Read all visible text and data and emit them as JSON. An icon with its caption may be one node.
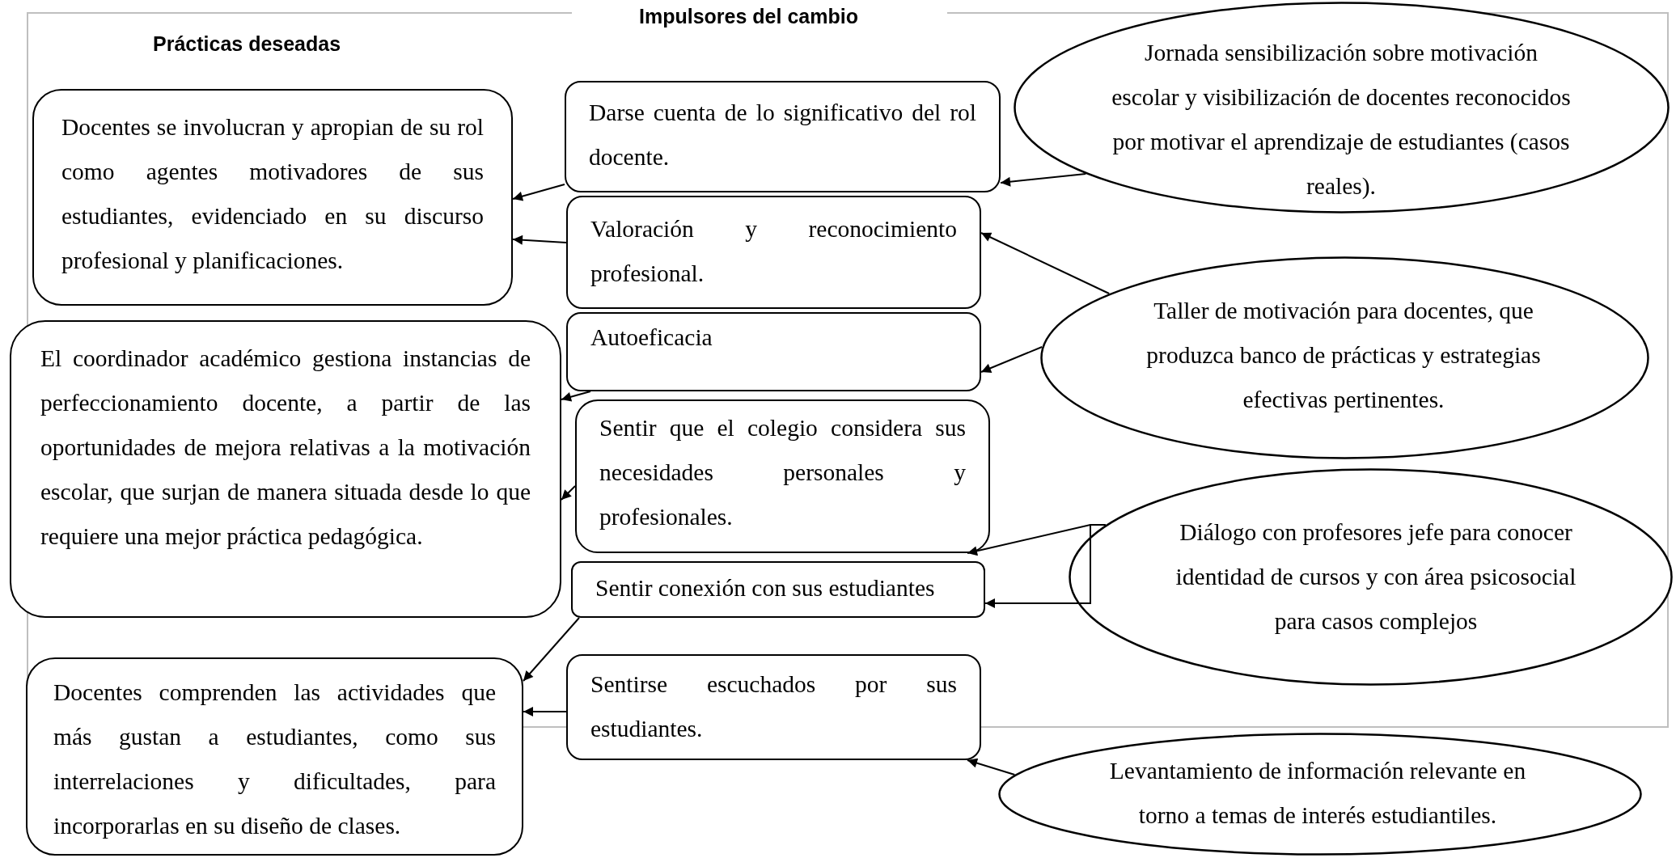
{
  "diagram": {
    "nodes": [
      {
        "text": [
          "Docentes se involucran y apropian de su rol como agentes motivadores de sus estudiantes, evidenciado en su discurso profesional y planificaciones."
        ]
      },
      {
        "text": [
          "El coordinador académico gestiona instancias de perfeccionamiento docente, a partir de las oportunidades de mejora relativas a la motivación escolar, que surjan de manera situada desde lo que requiere una mejor práctica pedagógica."
        ]
      },
      {
        "text": [
          "Docentes comprenden las actividades que más gustan a estudiantes, como sus interrelaciones y dificultades, para incorporarlas en su diseño de clases."
        ]
      },
      {
        "text": [
          "Darse cuenta de lo significativo del rol docente."
        ]
      },
      {
        "text": [
          "Valoración y reconocimiento profesional."
        ]
      },
      {
        "text": [
          "Autoeficacia"
        ]
      },
      {
        "text": [
          "Sentir que el colegio considera sus necesidades personales y profesionales."
        ]
      },
      {
        "text": [
          "Sentir conexión con sus estudiantes"
        ]
      },
      {
        "text": [
          "Sentirse escuchados por sus estudiantes."
        ]
      },
      {
        "text": [
          "Jornada sensibilización sobre motivación escolar y visibilización de docentes reconocidos por motivar el aprendizaje de estudiantes (casos reales)."
        ]
      },
      {
        "text": [
          "Taller de motivación para docentes, que produzca banco de prácticas y estrategias efectivas pertinentes."
        ]
      },
      {
        "text": [
          "Diálogo con profesores jefe para conocer identidad de cursos y con área psicosocial para casos complejos"
        ]
      },
      {
        "text": [
          "Levantamiento de información relevante en torno a temas de interés estudiantiles."
        ]
      }
    ],
    "edges": [
      {
        "from": 3,
        "to": 0,
        "arrow": "to"
      },
      {
        "from": 4,
        "to": 0,
        "arrow": "to"
      },
      {
        "from": 5,
        "to": 1,
        "arrow": "to"
      },
      {
        "from": 6,
        "to": 1,
        "arrow": "to"
      },
      {
        "from": 7,
        "to": 2,
        "arrow": "to"
      },
      {
        "from": 8,
        "to": 2,
        "arrow": "to"
      },
      {
        "from": 9,
        "to": 3,
        "arrow": "to"
      },
      {
        "from": 10,
        "to": 4,
        "arrow": "to"
      },
      {
        "from": 10,
        "to": 5,
        "arrow": "to"
      },
      {
        "from": 11,
        "to": 6,
        "arrow": "to"
      },
      {
        "from": 11,
        "to": 7,
        "arrow": "to"
      },
      {
        "from": 12,
        "to": 8,
        "arrow": "to"
      }
    ],
    "labels": [
      "Impulsores del cambio",
      "Prácticas deseadas"
    ]
  }
}
